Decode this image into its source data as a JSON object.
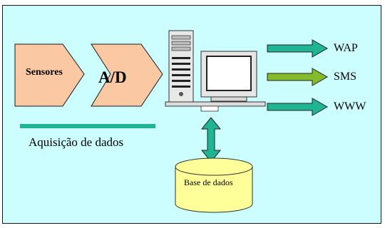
{
  "diagram": {
    "sensors_label": "Sensores",
    "ad_label": "A/D",
    "acquisition_label": "Aquisição de dados",
    "database_label": "Base de dados",
    "outputs": [
      {
        "label": "WAP",
        "color": "#1fb592"
      },
      {
        "label": "SMS",
        "color": "#84bb2a"
      },
      {
        "label": "WWW",
        "color": "#1fb592"
      }
    ],
    "colors": {
      "background": "#ccfdff",
      "block_fill": "#fbc8a4",
      "bar": "#1fb592",
      "database_fill": "#ffff99",
      "connector_arrow": "#1fb592"
    }
  }
}
